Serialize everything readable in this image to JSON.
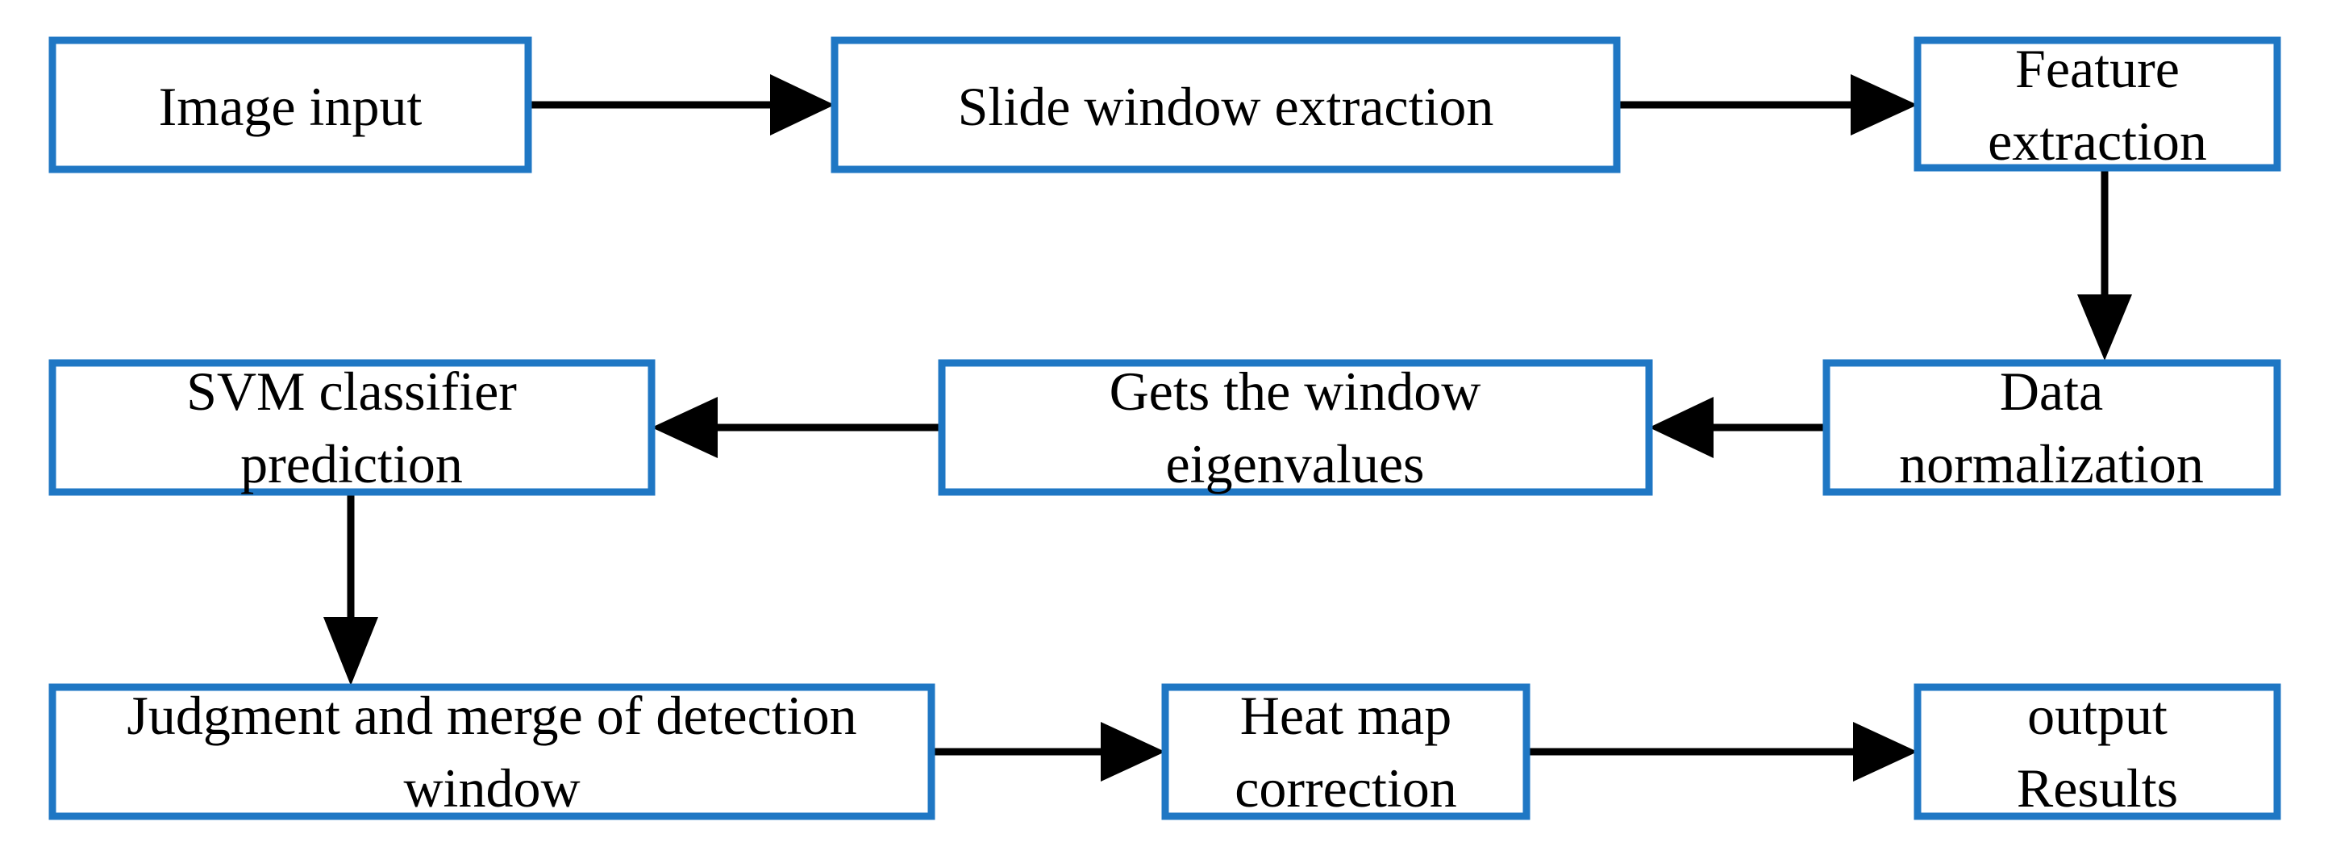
{
  "diagram": {
    "nodes": [
      {
        "id": "image-input",
        "lines": [
          "Image input"
        ]
      },
      {
        "id": "slide-window-extraction",
        "lines": [
          "Slide window extraction"
        ]
      },
      {
        "id": "feature-extraction",
        "lines": [
          "Feature",
          "extraction"
        ]
      },
      {
        "id": "data-normalization",
        "lines": [
          "Data",
          "normalization"
        ]
      },
      {
        "id": "gets-window-eigenvalues",
        "lines": [
          "Gets the window",
          "eigenvalues"
        ]
      },
      {
        "id": "svm-classifier-prediction",
        "lines": [
          "SVM classifier",
          "prediction"
        ]
      },
      {
        "id": "judgment-merge-detection-window",
        "lines": [
          "Judgment and merge of detection",
          "window"
        ]
      },
      {
        "id": "heat-map-correction",
        "lines": [
          "Heat map",
          "correction"
        ]
      },
      {
        "id": "output-results",
        "lines": [
          "output",
          "Results"
        ]
      }
    ],
    "edges": [
      {
        "from": "image-input",
        "to": "slide-window-extraction"
      },
      {
        "from": "slide-window-extraction",
        "to": "feature-extraction"
      },
      {
        "from": "feature-extraction",
        "to": "data-normalization"
      },
      {
        "from": "data-normalization",
        "to": "gets-window-eigenvalues"
      },
      {
        "from": "gets-window-eigenvalues",
        "to": "svm-classifier-prediction"
      },
      {
        "from": "svm-classifier-prediction",
        "to": "judgment-merge-detection-window"
      },
      {
        "from": "judgment-merge-detection-window",
        "to": "heat-map-correction"
      },
      {
        "from": "heat-map-correction",
        "to": "output-results"
      }
    ]
  },
  "colors": {
    "box_border": "#1f77c4",
    "arrow": "#000000",
    "text": "#000000"
  }
}
